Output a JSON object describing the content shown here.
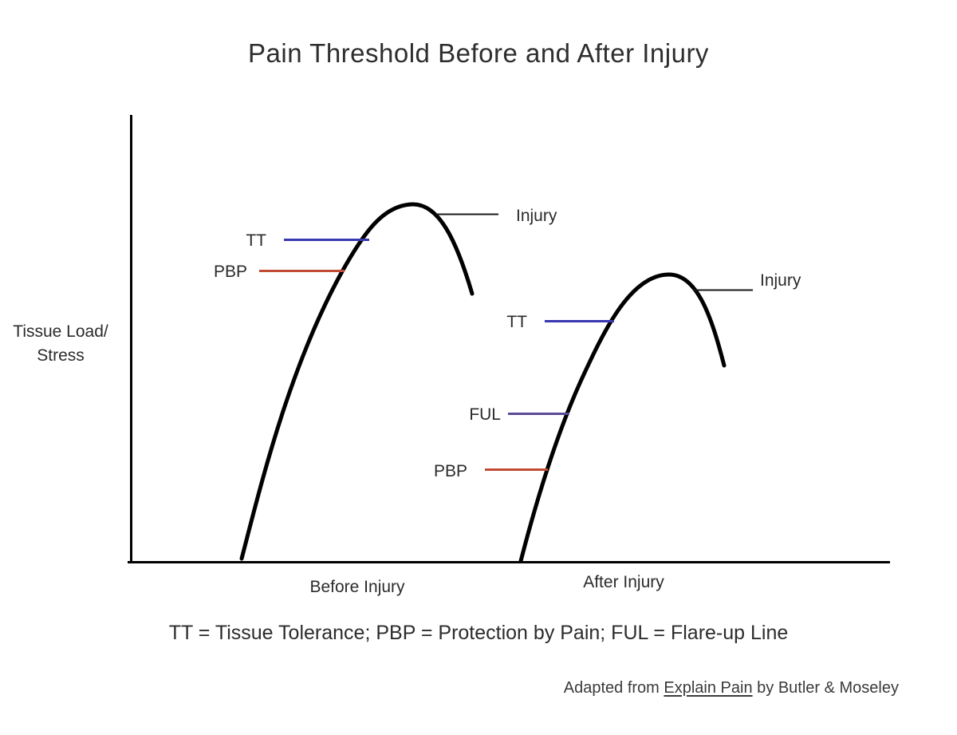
{
  "title": "Pain Threshold Before and After Injury",
  "y_axis": {
    "label_line1": "Tissue Load/",
    "label_line2": "Stress"
  },
  "colors": {
    "tt_line": "#3838b0",
    "pbp_line": "#c14b33",
    "ful_line": "#5b4a96",
    "injury_line": "#1a1a1a",
    "curve": "#000000",
    "axis": "#000000"
  },
  "before_curve": {
    "axis_label": "Before Injury",
    "tt": "TT",
    "pbp": "PBP",
    "injury": "Injury"
  },
  "after_curve": {
    "axis_label": "After Injury",
    "tt": "TT",
    "ful": "FUL",
    "pbp": "PBP",
    "injury": "Injury"
  },
  "legend": "TT = Tissue Tolerance; PBP = Protection by Pain; FUL = Flare-up Line",
  "attribution": {
    "prefix": "Adapted from ",
    "book_title": "Explain Pain",
    "suffix": " by Butler & Moseley"
  }
}
